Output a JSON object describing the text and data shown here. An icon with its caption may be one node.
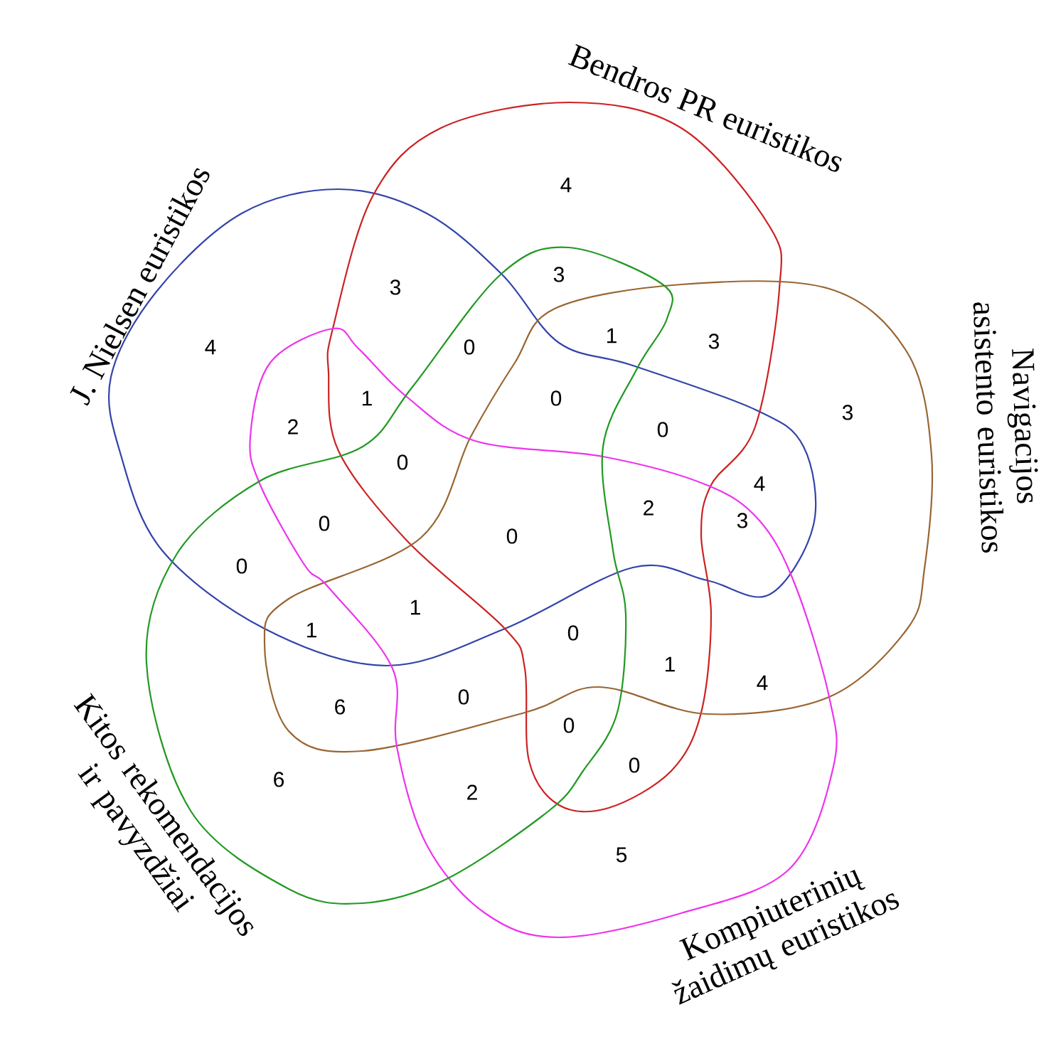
{
  "diagram": {
    "nodes": [
      {
        "text": [
          "J. Nielsen euristikos"
        ]
      },
      {
        "text": [
          "Bendros PR euristikos"
        ]
      },
      {
        "text": [
          "Navigacijos asistento euristikos"
        ]
      },
      {
        "text": [
          "Kompiuterinių žaidimų euristikos"
        ]
      },
      {
        "text": [
          "Kitos rekomendacijos ir pavyzdžiai"
        ]
      }
    ],
    "labels": [
      "4",
      "3",
      "3",
      "1",
      "3",
      "4",
      "0",
      "1",
      "0",
      "3",
      "2",
      "0",
      "0",
      "4",
      "2",
      "3",
      "0",
      "0",
      "0",
      "1",
      "1",
      "0",
      "1",
      "4",
      "0",
      "6",
      "0",
      "0",
      "6",
      "2",
      "5"
    ]
  }
}
